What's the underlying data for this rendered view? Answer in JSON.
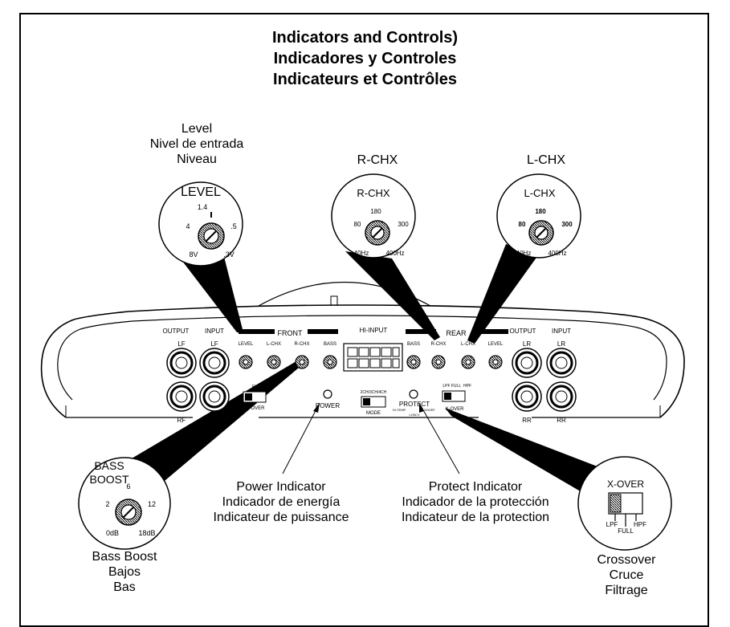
{
  "title": {
    "line1": "Indicators and Controls)",
    "line2": "Indicadores y Controles",
    "line3": "Indicateurs et Contrôles"
  },
  "level": {
    "caption": [
      "Level",
      "Nivel de entrada",
      "Niveau"
    ],
    "knob_title": "LEVEL",
    "ticks": [
      "1.4",
      "4",
      ".5",
      "8V",
      ".3V"
    ]
  },
  "rchx": {
    "caption": "R-CHX",
    "knob_title": "R-CHX",
    "ticks": [
      "180",
      "80",
      "300",
      "40Hz",
      "400Hz"
    ]
  },
  "lchx": {
    "caption": "L-CHX",
    "knob_title": "L-CHX",
    "ticks": [
      "180",
      "80",
      "300",
      "40Hz",
      "400Hz"
    ]
  },
  "bass_boost": {
    "knob_title": [
      "BASS",
      "BOOST"
    ],
    "ticks": [
      "6",
      "2",
      "12",
      "0dB",
      "18dB"
    ],
    "caption": [
      "Bass Boost",
      "Bajos",
      "Bas"
    ]
  },
  "power_indicator": {
    "caption": [
      "Power Indicator",
      "Indicador de energía",
      "Indicateur de puissance"
    ]
  },
  "protect_indicator": {
    "caption": [
      "Protect Indicator",
      "Indicador de la protección",
      "Indicateur de la protection"
    ]
  },
  "xover": {
    "knob_title": "X-OVER",
    "ticks": [
      "LPF",
      "FULL",
      "HPF"
    ],
    "caption": [
      "Crossover",
      "Cruce",
      "Filtrage"
    ]
  },
  "amp": {
    "front_label": "FRONT",
    "rear_label": "REAR",
    "hi_input_label": "HI-INPUT",
    "left_jacks": {
      "headers": [
        "OUTPUT",
        "INPUT"
      ],
      "top": [
        "LF",
        "LF"
      ],
      "bottom": [
        "RF",
        "RF"
      ]
    },
    "right_jacks": {
      "headers": [
        "OUTPUT",
        "INPUT"
      ],
      "top": [
        "LR",
        "LR"
      ],
      "bottom": [
        "RR",
        "RR"
      ]
    },
    "front_knobs": [
      "LEVEL",
      "L-CHX",
      "R-CHX",
      "BASS"
    ],
    "rear_knobs": [
      "BASS",
      "R-CHX",
      "L-CHX",
      "LEVEL"
    ],
    "xover_label": "X-OVER",
    "mode_label": "MODE",
    "mode_options": "2CH/3CH/4CH",
    "power_label": "POWER",
    "protect_label": "PROTECT",
    "protect_sub": [
      "HI-TEMP",
      "SHORT",
      "LOW-V"
    ],
    "switch_options": [
      "LPF",
      "FULL",
      "HPF"
    ]
  }
}
